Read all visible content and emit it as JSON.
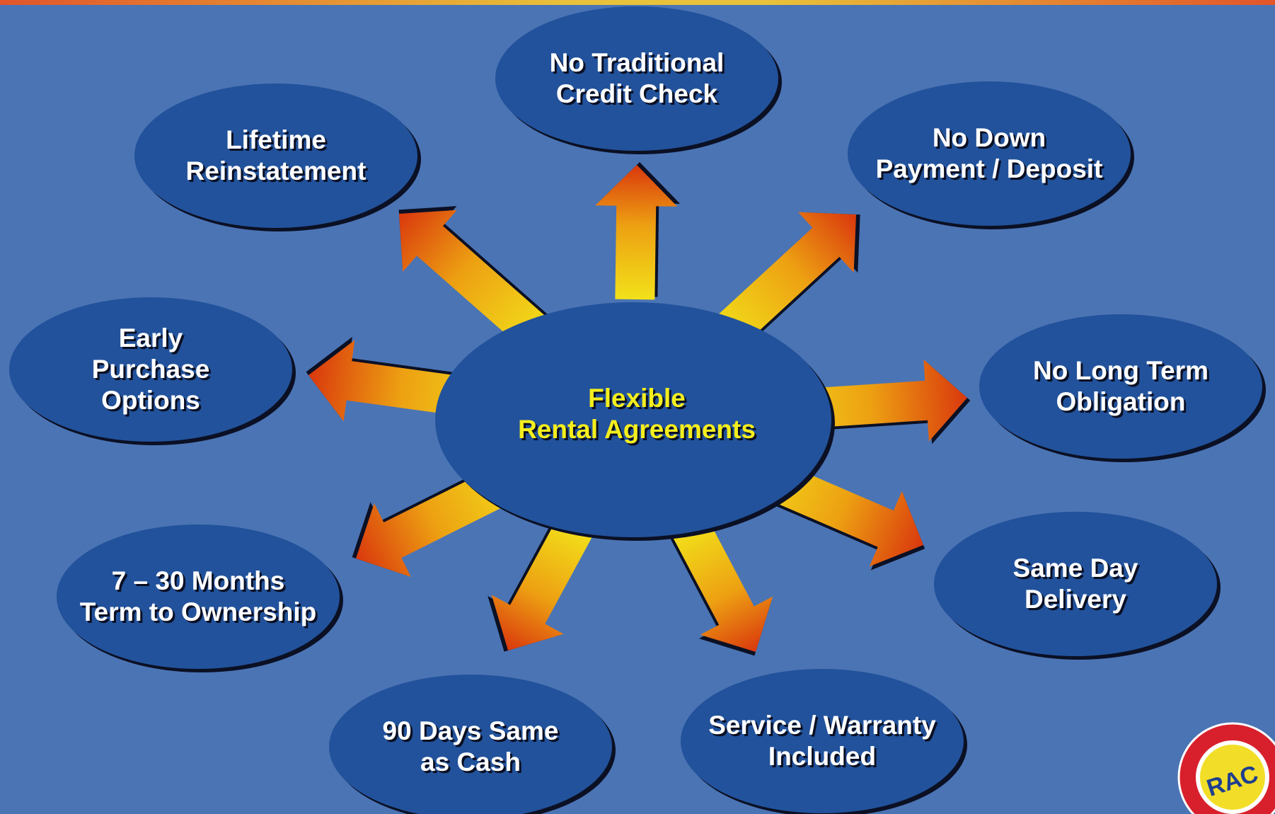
{
  "center": {
    "line1": "Flexible",
    "line2": "Rental Agreements",
    "text_color": "#f4ee1d"
  },
  "nodes": [
    {
      "id": "credit-check",
      "line1": "No Traditional",
      "line2": "Credit Check"
    },
    {
      "id": "down-payment",
      "line1": "No Down",
      "line2": "Payment / Deposit"
    },
    {
      "id": "long-term",
      "line1": "No Long Term",
      "line2": "Obligation"
    },
    {
      "id": "same-day",
      "line1": "Same Day",
      "line2": "Delivery"
    },
    {
      "id": "service-warranty",
      "line1": "Service / Warranty",
      "line2": "Included"
    },
    {
      "id": "same-as-cash",
      "line1": "90 Days Same",
      "line2": "as Cash"
    },
    {
      "id": "term-ownership",
      "line1": "7 – 30 Months",
      "line2": "Term to Ownership"
    },
    {
      "id": "early-purchase",
      "line1": "Early",
      "line2": "Purchase",
      "line3": "Options"
    },
    {
      "id": "lifetime",
      "line1": "Lifetime",
      "line2": "Reinstatement"
    }
  ],
  "logo": {
    "text": "RAC",
    "ring_color": "#d8202c",
    "badge_color": "#f2de28"
  },
  "colors": {
    "background": "#4b74b4",
    "ellipse": "#22529b",
    "arrow_base": "#f2e11a",
    "arrow_tip": "#d9380d"
  }
}
